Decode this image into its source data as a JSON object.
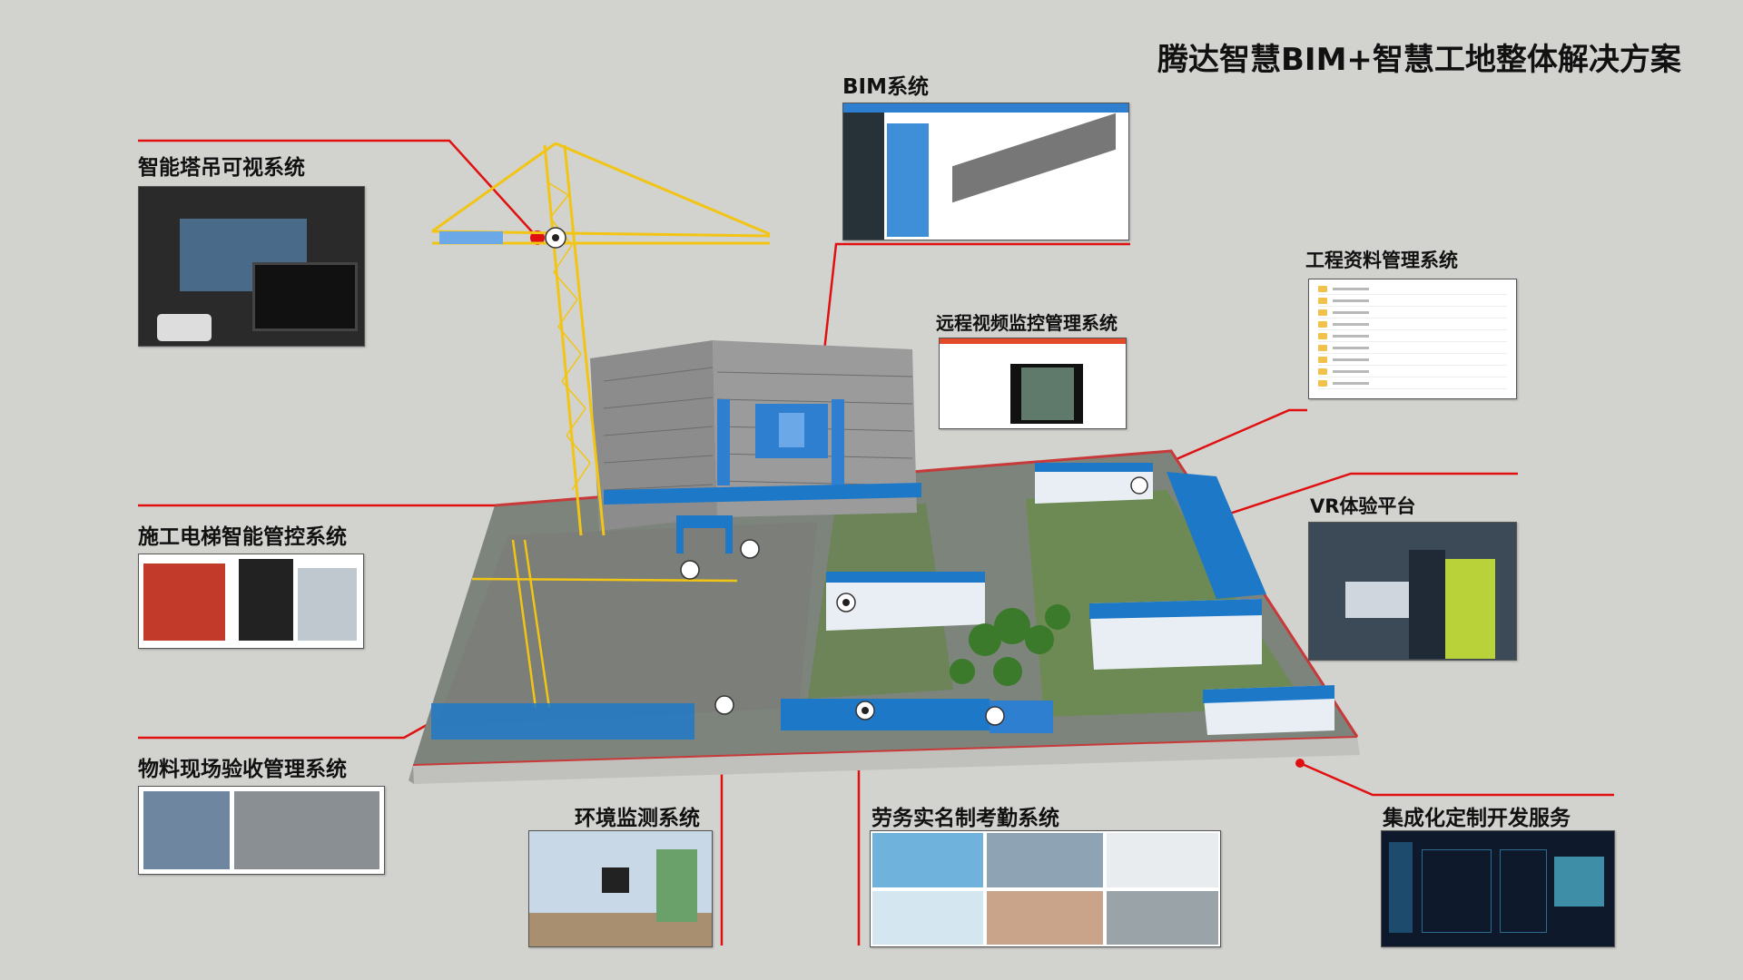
{
  "title": "腾达智慧BIM+智慧工地整体解决方案",
  "systems": {
    "tower_crane": "智能塔吊可视系统",
    "bim": "BIM系统",
    "documents": "工程资料管理系统",
    "video_monitor": "远程视频监控管理系统",
    "vr": "VR体验平台",
    "elevator": "施工电梯智能管控系统",
    "material": "物料现场验收管理系统",
    "environment": "环境监测系统",
    "labor": "劳务实名制考勤系统",
    "custom_dev": "集成化定制开发服务"
  },
  "colors": {
    "background": "#d2d2cf",
    "leader_line": "#e01010",
    "accent_blue": "#1e78c8",
    "crane_yellow": "#f2c515"
  }
}
